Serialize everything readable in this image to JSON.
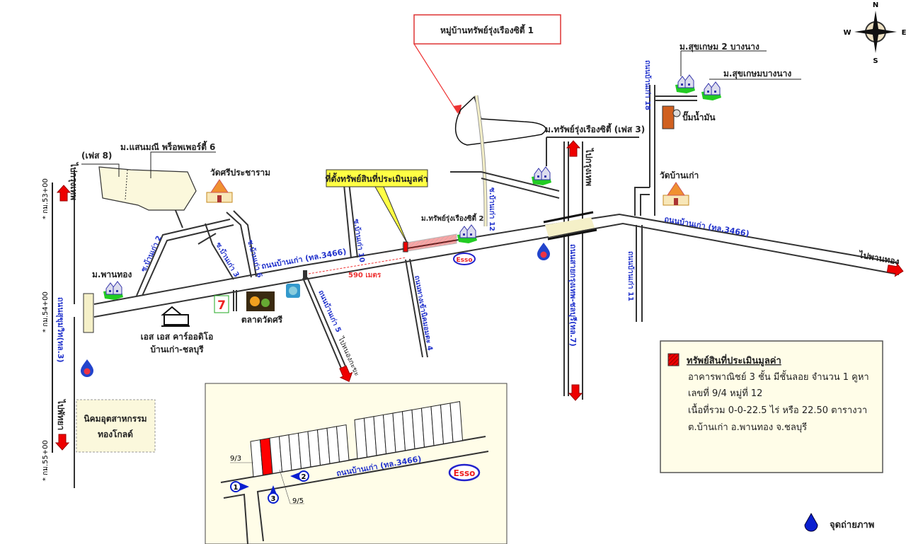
{
  "colors": {
    "road": "#333333",
    "highway_label": "#2233cc",
    "arrow": "#e00000",
    "inset_bg": "#fffde8",
    "callout_bg": "#ffff44",
    "subject": "#ff0000"
  },
  "callouts": {
    "village_1": "หมู่บ้านทรัพย์รุ่งเรืองซิตี้ 1",
    "subject_location": "ที่ตั้งทรัพย์สินที่ประเมินมูลค่า"
  },
  "compass": {
    "n": "N",
    "s": "S",
    "w": "W",
    "e": "E"
  },
  "labels": {
    "sansuk_2": "ม.สุขเกษม 2 บางนาง",
    "sansuk": "ม.สุขเกษมบางนาง",
    "gas_pump": "ปั๊มน้ำมัน",
    "soi_18": "ถนนบ้านเก่า 18",
    "phase3": "ม.ทรัพย์รุ่งเรืองซิตี้ (เฟส 3)",
    "to_bangkok_right": "ไปกรุงเทพ",
    "wat_ban_kao": "วัดบ้านเก่า",
    "road_3466_right": "ถนนบ้านเก่า (ทล.3466)",
    "to_phan_thong": "ไปพานทอง",
    "soi_11": "ถนนบ้านเก่า 11",
    "highway_7": "ถนนสายกรุงเทพ-ชลบุรี(ทล.7)",
    "city_2": "ม.ทรัพย์รุ่งเรืองซิตี้ 2",
    "soi_12": "ซ.บ้านเก่า 12",
    "soi_10": "ซ.บ้านเก่า 10",
    "road_3466": "ถนนบ้านเก่า (ทล.3466)",
    "distance": "590 เมตร",
    "soi_5": "ถนนบ้านเก่า 5",
    "to_south": "ไปหนองกะขะ",
    "amata_road": "ถนนทางเข้านิคมอมตะ 4",
    "sanmanee": "ม.แสนมณี พร็อพเพอร์ตี้ 6",
    "phase8": "(เฟส 8)",
    "wat_sri": "วัดศรีประชาราม",
    "soi_2": "ซ.บ้านเก่า 2",
    "soi_3": "ซ.บ้านเก่า 3",
    "soi_6": "ซ.บ้านเก่า 6",
    "phan_thong_village": "ม.พานทอง",
    "market": "ตลาดวัดศรี",
    "ss_car_1": "เอส เอส คาร์ออดิโอ",
    "ss_car_2": "บ้านเก่า-ชลบุรี",
    "to_bangkok_left": "ไปกรุงเทพ",
    "to_pattaya": "ไปพัทยา",
    "km53": "* กม.53+00",
    "km54": "* กม.54+00",
    "km55": "* กม.55+00",
    "highway_3": "ถนนสุขุมวิท(ทล.3)",
    "industrial_1": "นิคมอุตสาหกรรม",
    "industrial_2": "ทองโกลด์",
    "esso": "Esso",
    "seven": "7"
  },
  "inset": {
    "road": "ถนนบ้านเก่า (ทล.3466)",
    "house_left": "9/3",
    "house_right": "9/5",
    "photo_points": [
      "1",
      "2",
      "3"
    ],
    "esso": "Esso"
  },
  "legend": {
    "title": "ทรัพย์สินที่ประเมินมูลค่า",
    "lines": [
      "อาคารพาณิชย์ 3 ชั้น มีชั้นลอย จำนวน 1 คูหา",
      "เลขที่ 9/4 หมู่ที่ 12",
      "เนื้อที่รวม 0-0-22.5 ไร่ หรือ 22.50 ตารางวา",
      "ต.บ้านเก่า อ.พานทอง จ.ชลบุรี"
    ],
    "photo_point": "จุดถ่ายภาพ"
  }
}
